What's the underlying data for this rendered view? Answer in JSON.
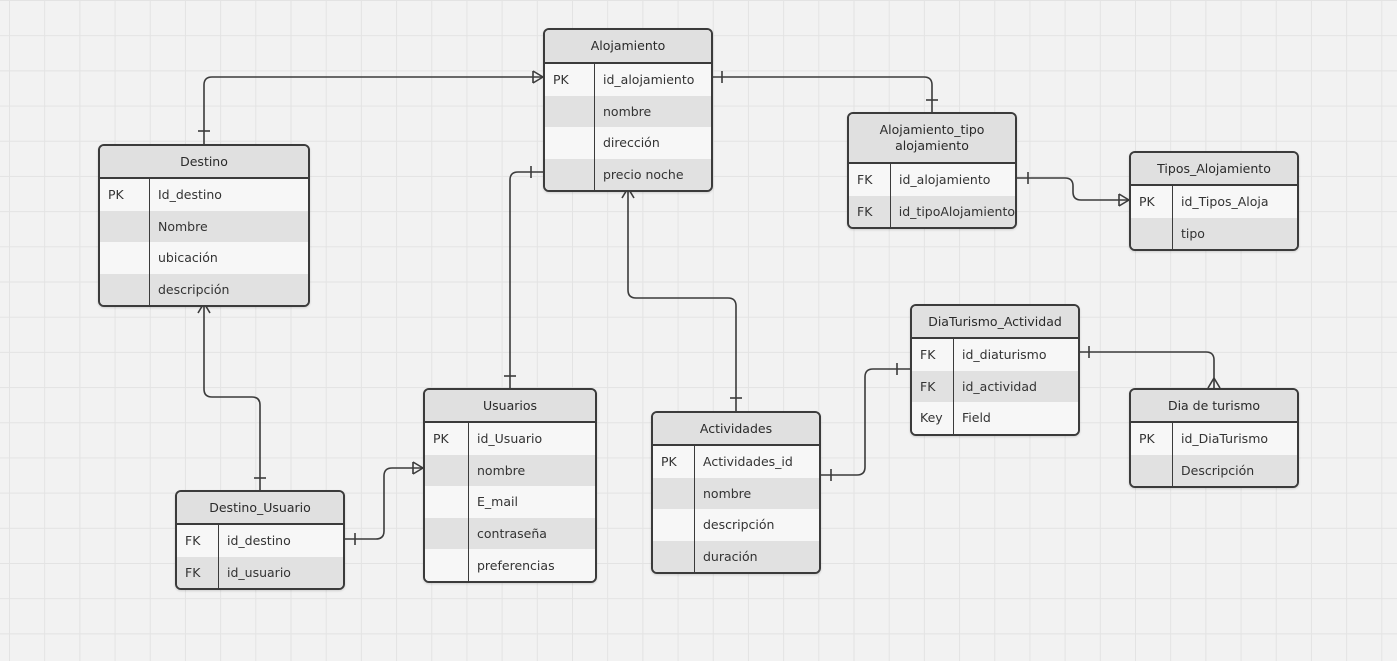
{
  "entities": {
    "alojamiento": {
      "title": "Alojamiento",
      "rows": [
        {
          "key": "PK",
          "field": "id_alojamiento"
        },
        {
          "key": "",
          "field": "nombre"
        },
        {
          "key": "",
          "field": "dirección"
        },
        {
          "key": "",
          "field": "precio noche"
        }
      ]
    },
    "destino": {
      "title": "Destino",
      "rows": [
        {
          "key": "PK",
          "field": "Id_destino"
        },
        {
          "key": "",
          "field": "Nombre"
        },
        {
          "key": "",
          "field": "ubicación"
        },
        {
          "key": "",
          "field": "descripción"
        }
      ]
    },
    "alojamiento_tipo": {
      "title_line1": "Alojamiento_tipo",
      "title_line2": "alojamiento",
      "rows": [
        {
          "key": "FK",
          "field": "id_alojamiento"
        },
        {
          "key": "FK",
          "field": "id_tipoAlojamiento"
        }
      ]
    },
    "tipos_alojamiento": {
      "title": "Tipos_Alojamiento",
      "rows": [
        {
          "key": "PK",
          "field": "id_Tipos_Aloja"
        },
        {
          "key": "",
          "field": "tipo"
        }
      ]
    },
    "diaturismo_actividad": {
      "title": "DiaTurismo_Actividad",
      "rows": [
        {
          "key": "FK",
          "field": "id_diaturismo"
        },
        {
          "key": "FK",
          "field": "id_actividad"
        },
        {
          "key": "Key",
          "field": "Field"
        }
      ]
    },
    "dia_de_turismo": {
      "title": "Dia de turismo",
      "rows": [
        {
          "key": "PK",
          "field": "id_DiaTurismo"
        },
        {
          "key": "",
          "field": "Descripción"
        }
      ]
    },
    "usuarios": {
      "title": "Usuarios",
      "rows": [
        {
          "key": "PK",
          "field": "id_Usuario"
        },
        {
          "key": "",
          "field": "nombre"
        },
        {
          "key": "",
          "field": "E_mail"
        },
        {
          "key": "",
          "field": "contraseña"
        },
        {
          "key": "",
          "field": "preferencias"
        }
      ]
    },
    "actividades": {
      "title": "Actividades",
      "rows": [
        {
          "key": "PK",
          "field": "Actividades_id"
        },
        {
          "key": "",
          "field": "nombre"
        },
        {
          "key": "",
          "field": "descripción"
        },
        {
          "key": "",
          "field": "duración"
        }
      ]
    },
    "destino_usuario": {
      "title": "Destino_Usuario",
      "rows": [
        {
          "key": "FK",
          "field": "id_destino"
        },
        {
          "key": "FK",
          "field": "id_usuario"
        }
      ]
    }
  },
  "colors": {
    "line": "#3b3b3b",
    "header": "#e0e0e0",
    "row_light": "#f7f7f7",
    "row_dark": "#e1e1e1",
    "canvas": "#f2f2f2"
  }
}
